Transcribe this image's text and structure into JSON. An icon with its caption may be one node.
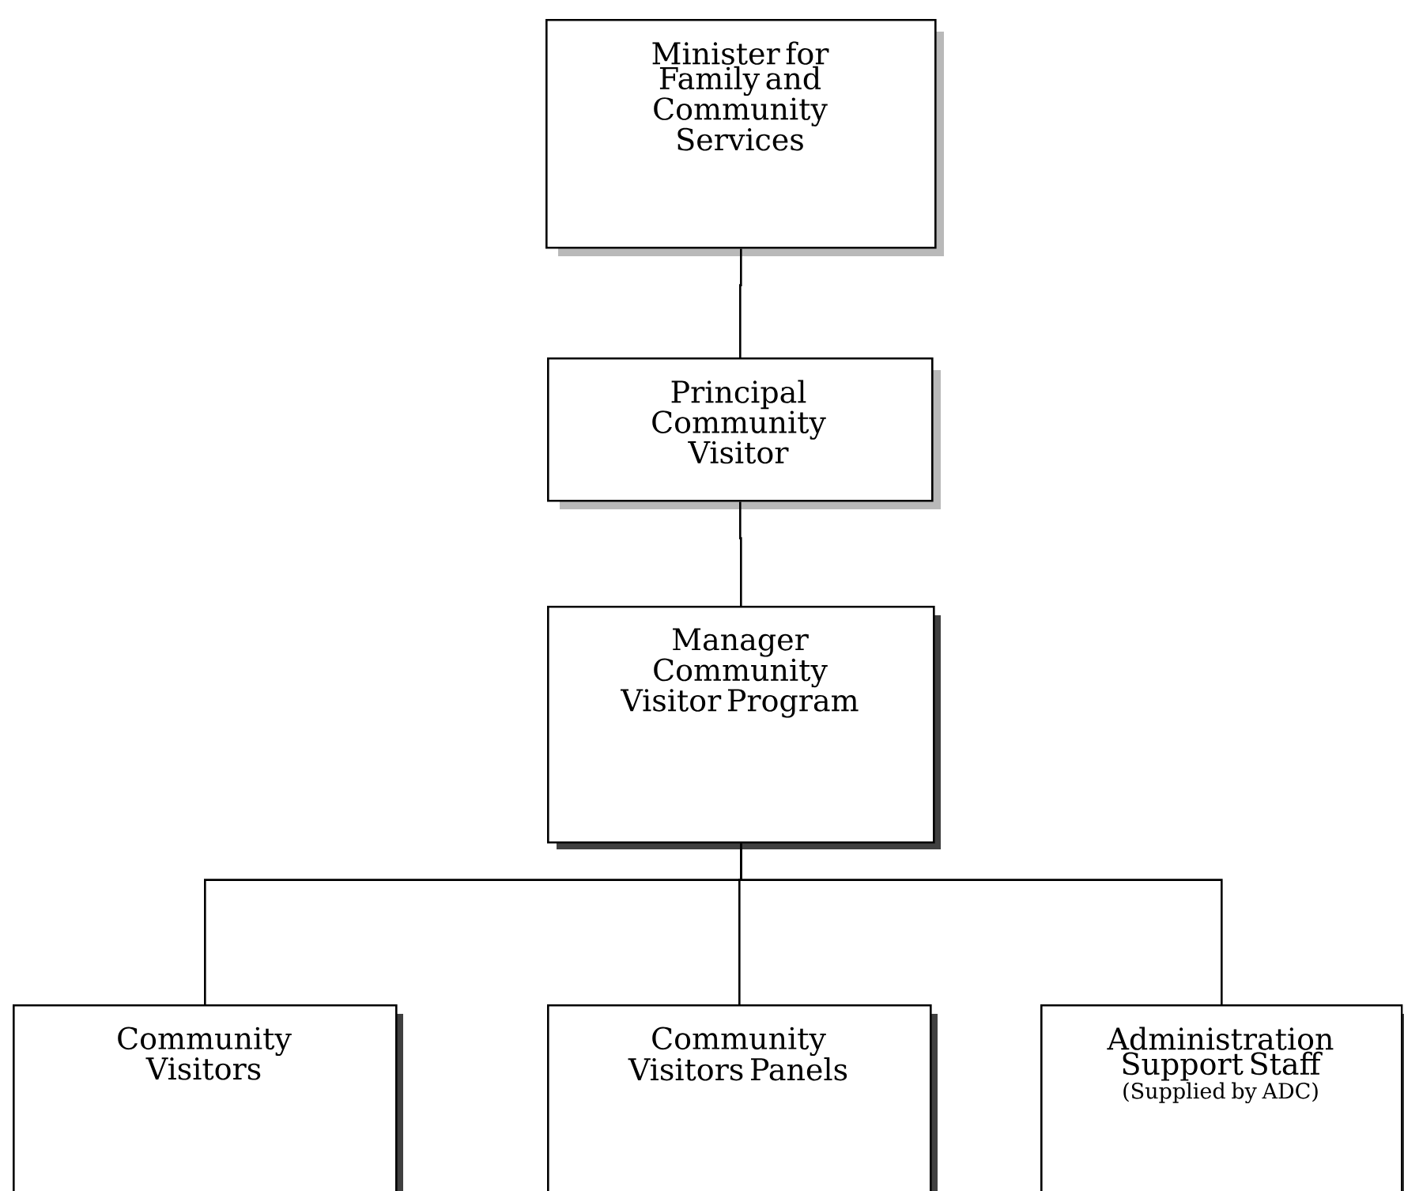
{
  "diagram": {
    "nodes": [
      {
        "text": [
          "Minister for Family and Community Services"
        ]
      },
      {
        "text": [
          "Principal Community Visitor"
        ]
      },
      {
        "text": [
          "Manager Community Visitor Program"
        ]
      },
      {
        "text": [
          "Community Visitors"
        ]
      },
      {
        "text": [
          "Community Visitors Panels"
        ]
      },
      {
        "text": [
          "Administration Support Staff",
          "(Supplied by ADC)"
        ]
      }
    ],
    "edges": [
      {
        "from": 0,
        "to": 1,
        "arrow": "none"
      },
      {
        "from": 1,
        "to": 2,
        "arrow": "none"
      },
      {
        "from": 2,
        "to": 3,
        "arrow": "none"
      },
      {
        "from": 2,
        "to": 4,
        "arrow": "none"
      },
      {
        "from": 2,
        "to": 5,
        "arrow": "none"
      }
    ]
  }
}
